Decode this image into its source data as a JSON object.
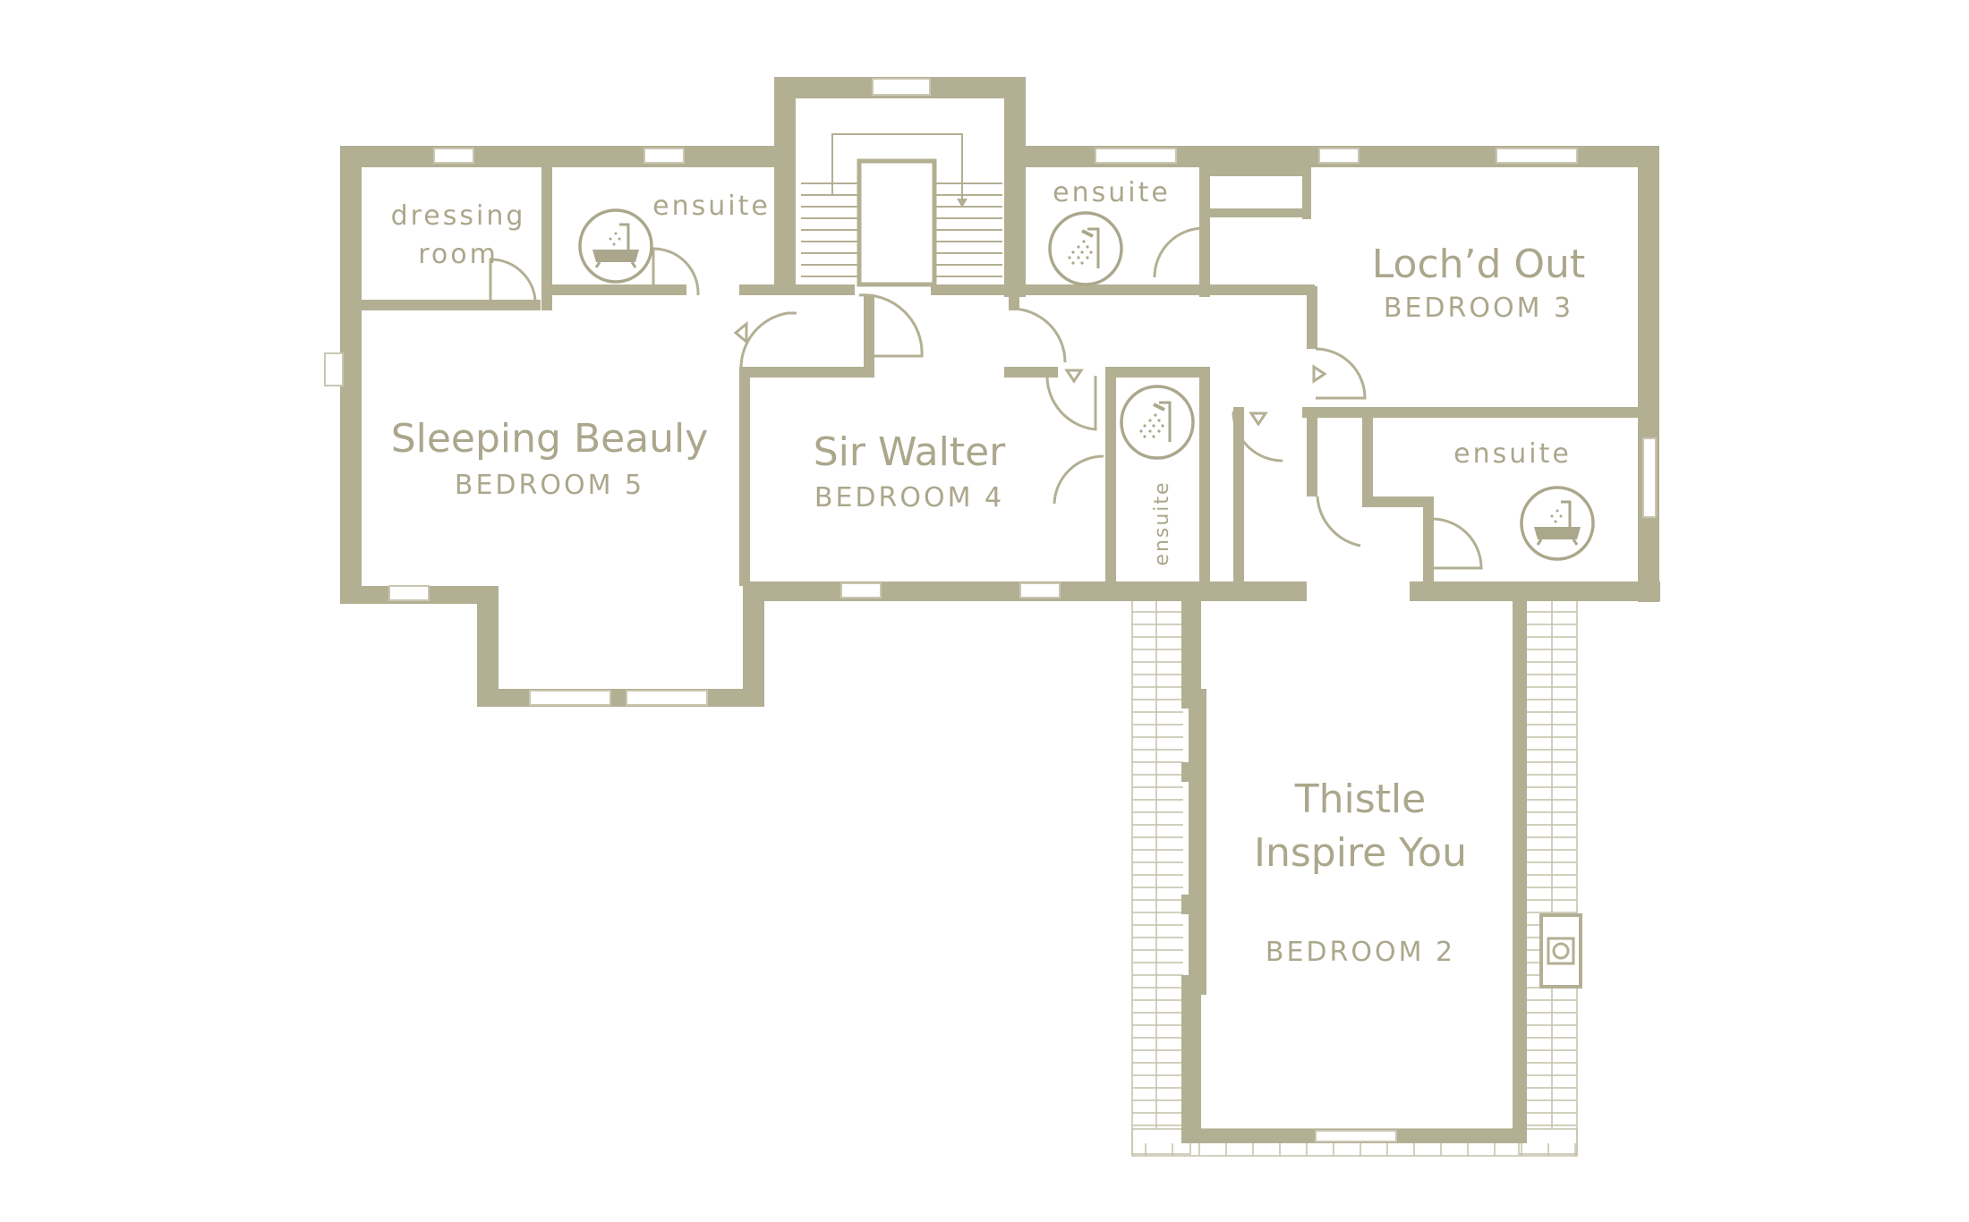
{
  "colors": {
    "wall": "#b3af93",
    "text": "#aba78c",
    "background": "#ffffff"
  },
  "rooms": {
    "bedroom5": {
      "name": "Sleeping Beauly",
      "label": "BEDROOM 5"
    },
    "bedroom4": {
      "name": "Sir Walter",
      "label": "BEDROOM 4"
    },
    "bedroom3": {
      "name": "Loch’d Out",
      "label": "BEDROOM 3"
    },
    "bedroom2": {
      "name_line1": "Thistle",
      "name_line2": "Inspire You",
      "label": "BEDROOM 2"
    },
    "dressing": {
      "line1": "dressing",
      "line2": "room"
    },
    "ensuite_left": "ensuite",
    "ensuite_top_right": "ensuite",
    "ensuite_right": "ensuite",
    "ensuite_mid": "ensuite"
  },
  "icons": {
    "bath": "bath-icon",
    "shower": "shower-icon",
    "fireplace": "fireplace-icon"
  }
}
